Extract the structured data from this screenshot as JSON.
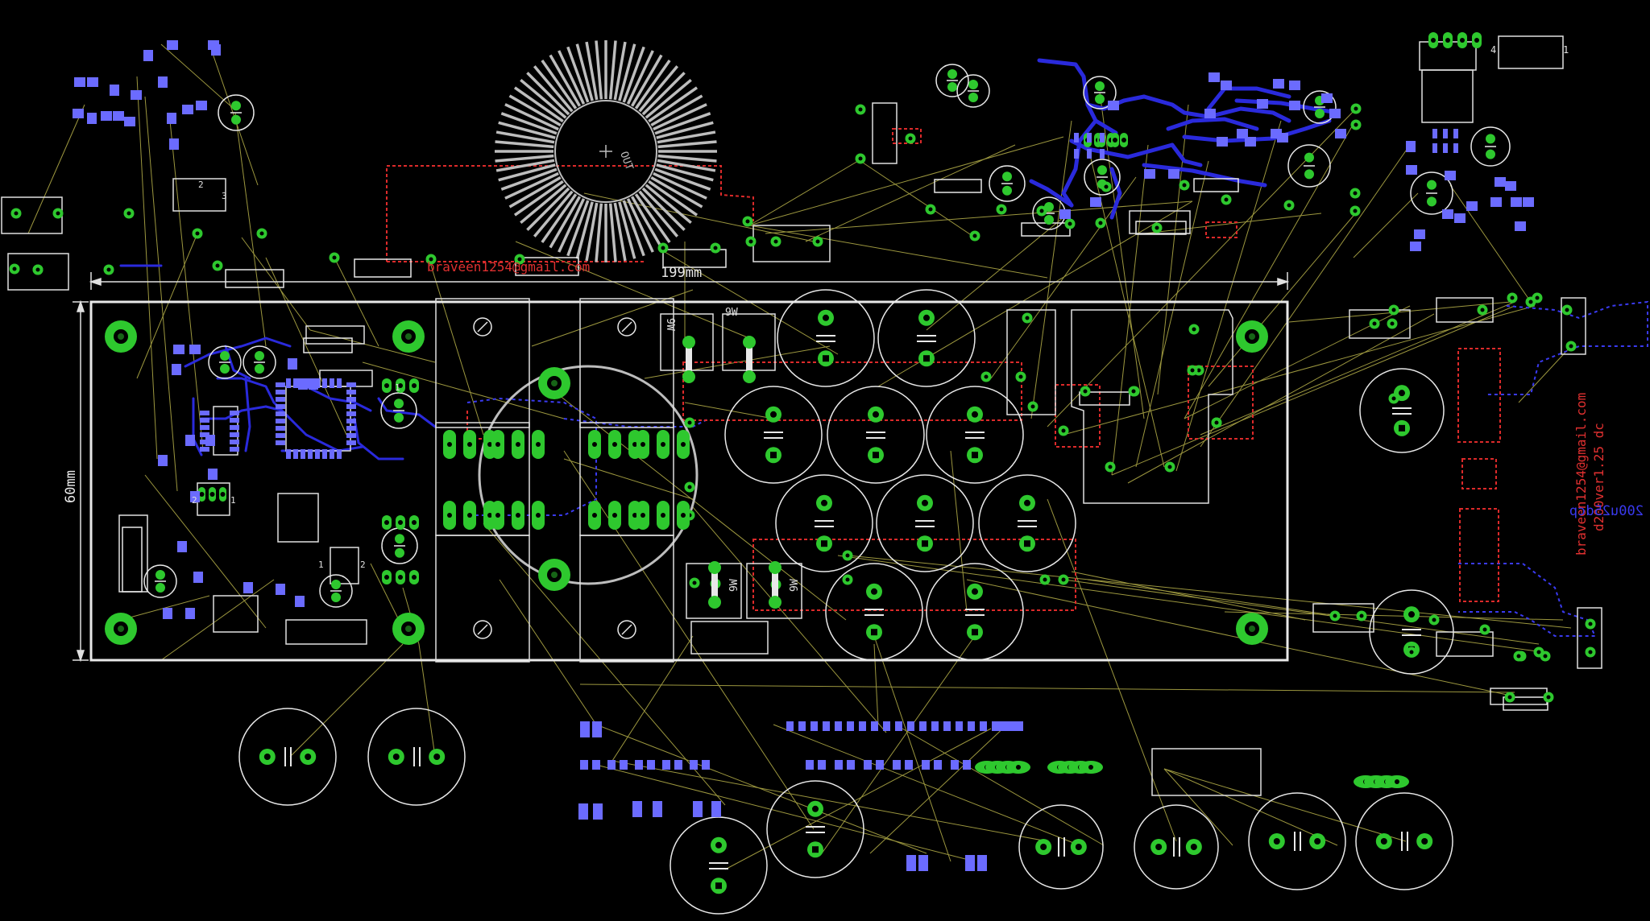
{
  "view": {
    "colors": {
      "background": "#000000",
      "board_outline": "#e8e8e8",
      "copper_pad": "#2ec82e",
      "top_silk": "#e8e8e8",
      "bottom_layer": "#2a2adc",
      "bottom_pad": "#6b6bff",
      "airwire": "#b8b24a",
      "restrict": "#dc2a2a",
      "text_red": "#e03030"
    }
  },
  "labels": {
    "dim_width": "199mm",
    "dim_height": "60mm",
    "email_top": "braveen1254@gmail.com",
    "email_right": "braveen1254@gmail.com",
    "version_right": "d200ver1.25 dc",
    "mirrored_right": "200u25dcp",
    "resistor_9w_1": "9W",
    "resistor_9w_2": "9W",
    "resistor_9w_3": "9W",
    "resistor_9w_4": "9W",
    "inductor_label": "OUT",
    "connector_pin_left": "4",
    "connector_pin_right": "1",
    "small_1": "1",
    "small_2": "2",
    "small_3": "3",
    "small_4": "2",
    "small_5": "1",
    "small_6": "2",
    "small_7": "1"
  }
}
